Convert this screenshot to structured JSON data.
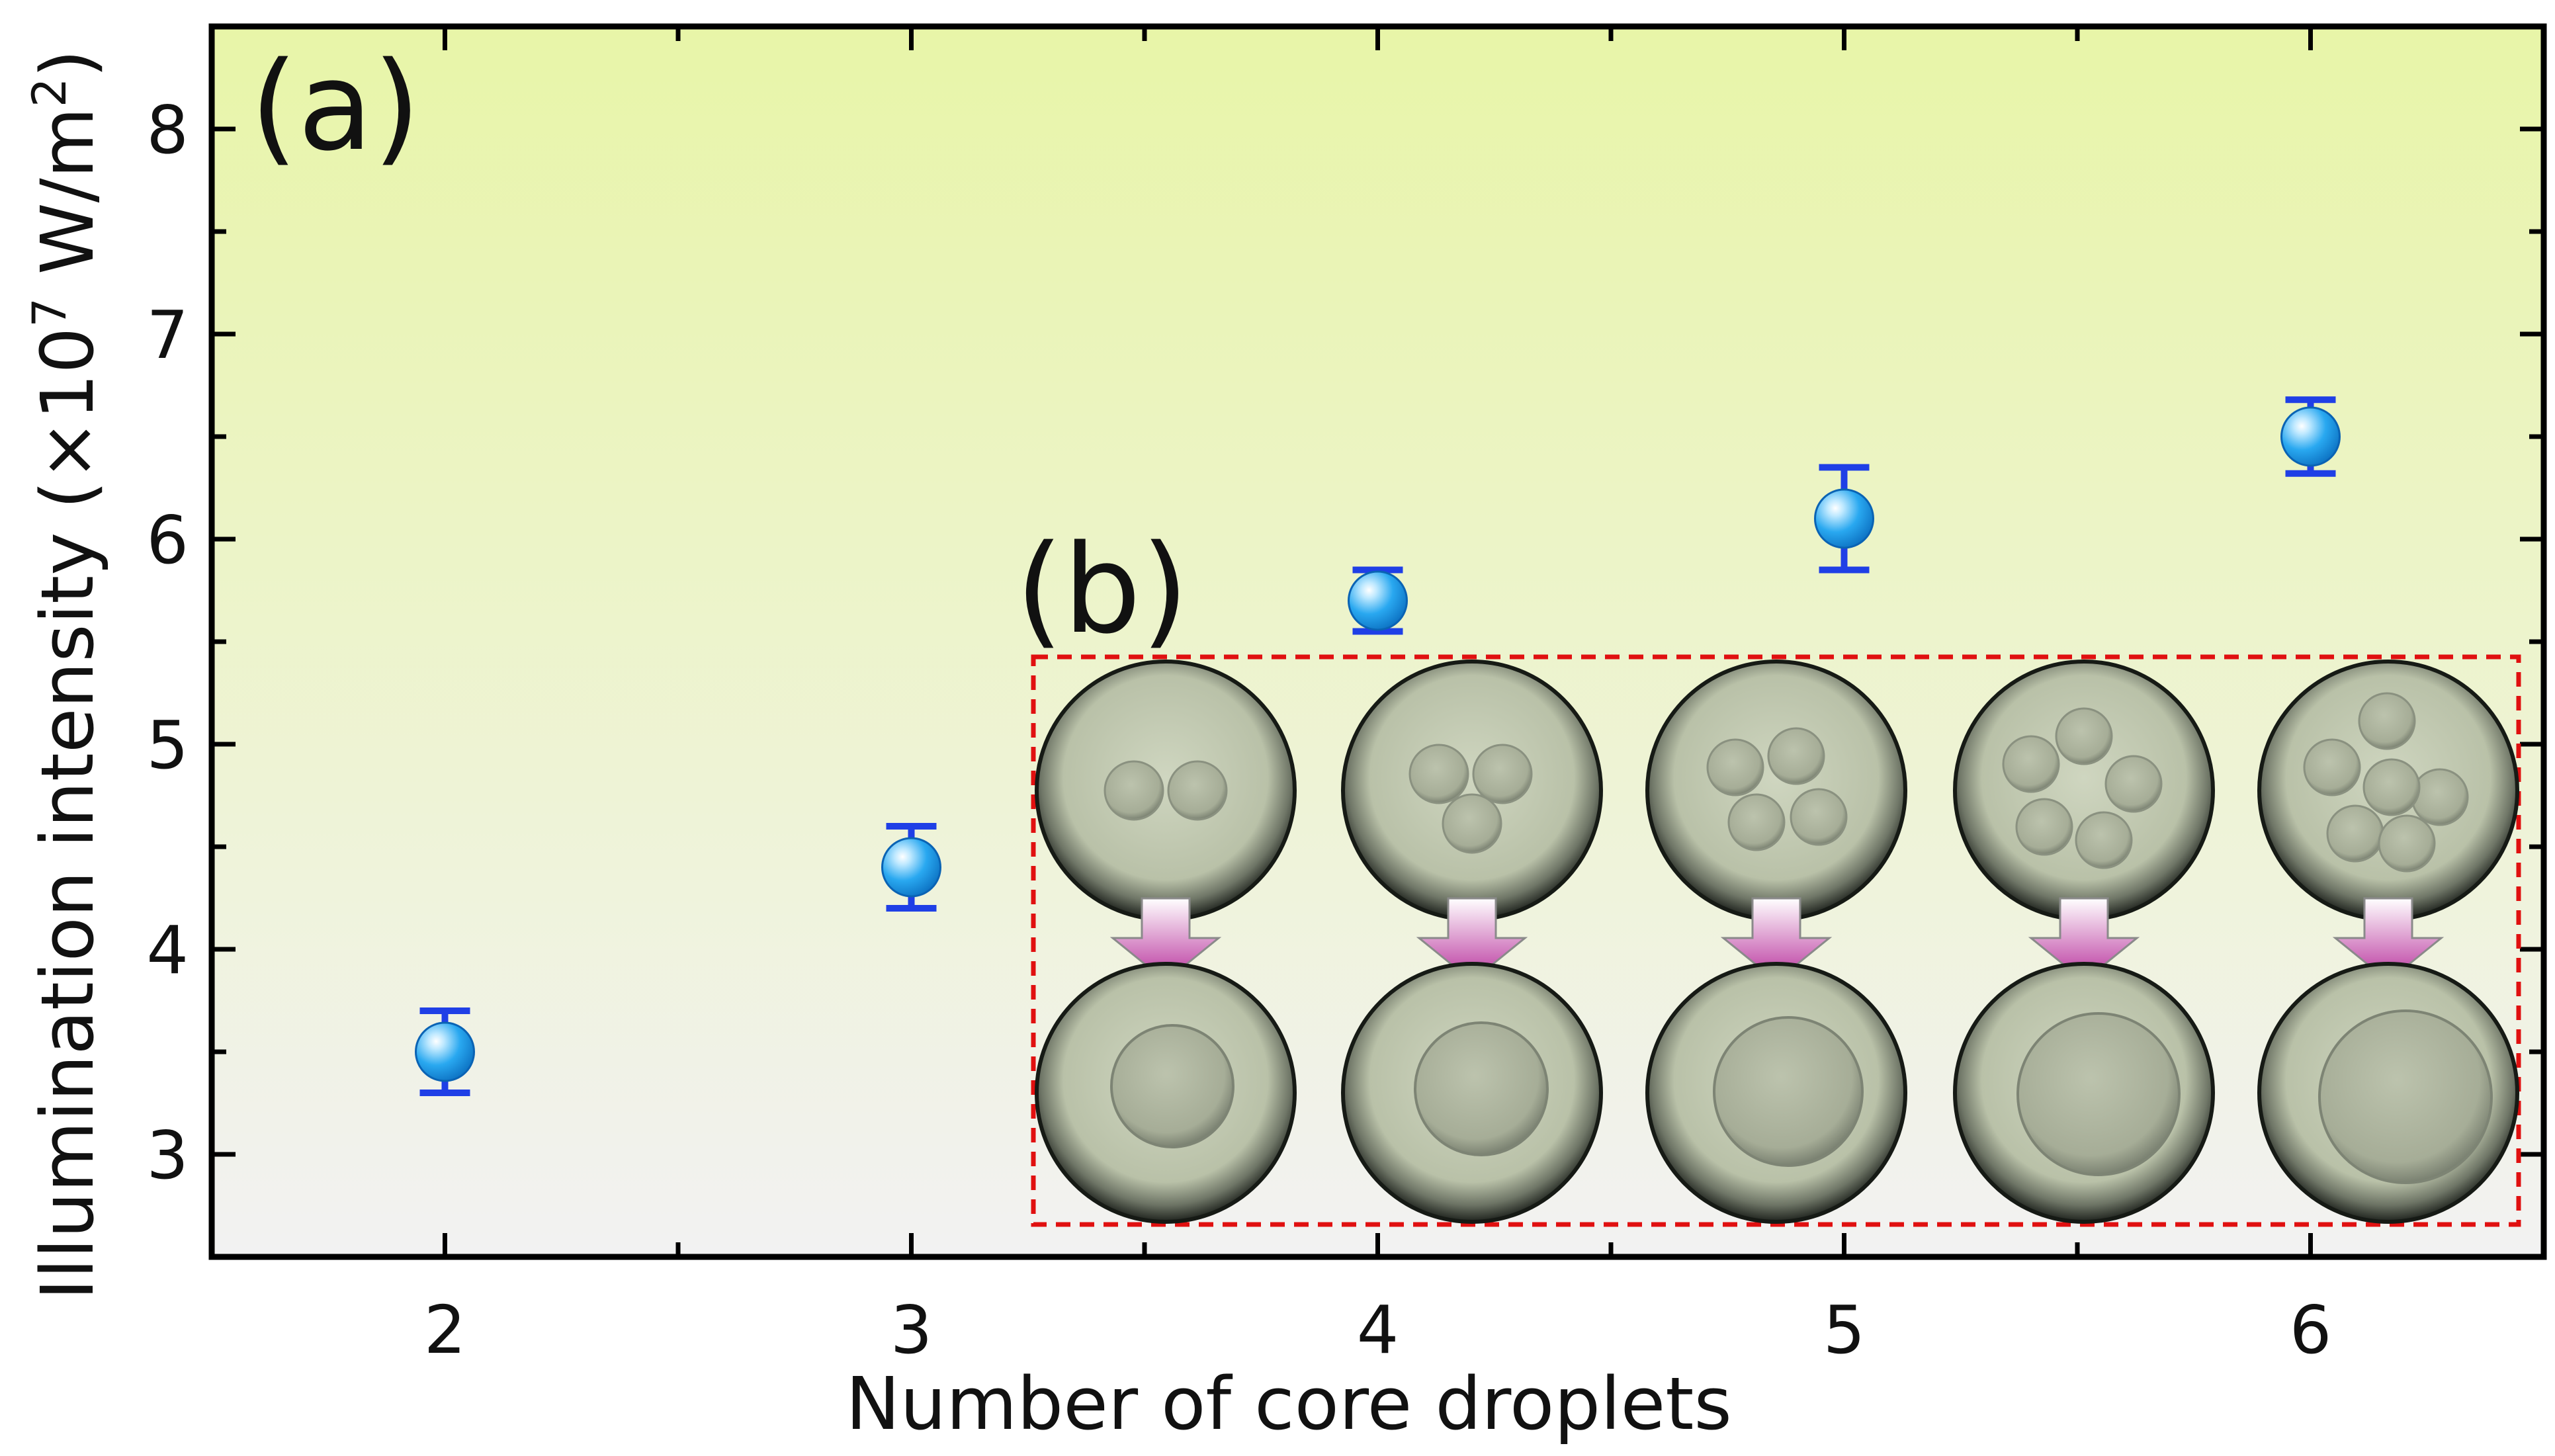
{
  "chart_data": {
    "type": "scatter",
    "xlabel": "Number of core droplets",
    "ylabel": {
      "main": "Illumination intensity (×10",
      "exp": "7",
      "unit": " W/m",
      "unit_exp": "2",
      "close": ")"
    },
    "x_ticks": [
      "2",
      "3",
      "4",
      "5",
      "6"
    ],
    "y_ticks": [
      "3",
      "4",
      "5",
      "6",
      "7",
      "8"
    ],
    "xlim": [
      1.5,
      6.5
    ],
    "ylim": [
      2.5,
      8.5
    ],
    "grid": false,
    "points": [
      {
        "x": 2,
        "y": 3.5,
        "err_low": 3.3,
        "err_high": 3.7
      },
      {
        "x": 3,
        "y": 4.4,
        "err_low": 4.2,
        "err_high": 4.6
      },
      {
        "x": 4,
        "y": 5.7,
        "err_low": 5.55,
        "err_high": 5.85
      },
      {
        "x": 5,
        "y": 6.1,
        "err_low": 5.85,
        "err_high": 6.35
      },
      {
        "x": 6,
        "y": 6.5,
        "err_low": 6.32,
        "err_high": 6.68
      }
    ],
    "colors": {
      "marker": "#29a8f0",
      "errorbar": "#1f3fe6",
      "background_top": "#e8f5a8",
      "background_bottom": "#f2f2f2",
      "inset_border": "#e01010",
      "arrow": "#b8329c"
    }
  },
  "panels": {
    "a": "(a)",
    "b": "(b)"
  },
  "inset": {
    "core_counts": [
      2,
      3,
      4,
      5,
      6
    ]
  }
}
